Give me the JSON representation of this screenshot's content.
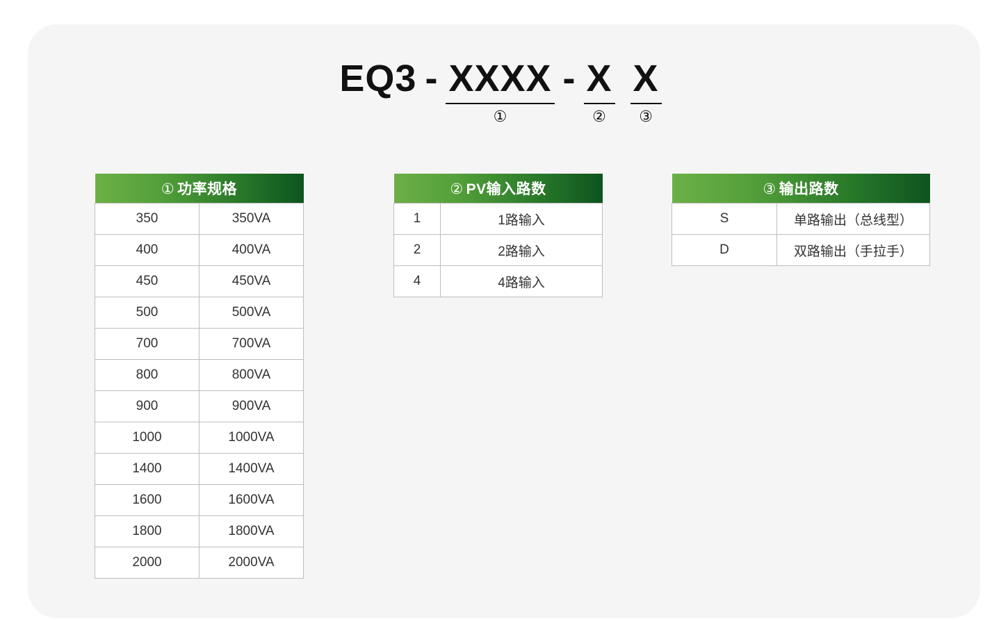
{
  "page": {
    "background_color": "#ffffff",
    "card_color": "#f5f5f5"
  },
  "theme": {
    "header_gradient_start": "#6cb046",
    "header_gradient_end": "#0d5420",
    "header_text_color": "#ffffff",
    "cell_text_color": "#333333",
    "border_color": "#bdbdbd"
  },
  "formula": {
    "prefix": "EQ3",
    "dash1": "-",
    "part1": "XXXX",
    "part1_marker": "①",
    "dash2": "-",
    "part2": "X",
    "part2_marker": "②",
    "part3": "X",
    "part3_marker": "③"
  },
  "tables": [
    {
      "id": "power",
      "marker": "①",
      "title": "功率规格",
      "rows": [
        {
          "code": "350",
          "desc": "350VA"
        },
        {
          "code": "400",
          "desc": "400VA"
        },
        {
          "code": "450",
          "desc": "450VA"
        },
        {
          "code": "500",
          "desc": "500VA"
        },
        {
          "code": "700",
          "desc": "700VA"
        },
        {
          "code": "800",
          "desc": "800VA"
        },
        {
          "code": "900",
          "desc": "900VA"
        },
        {
          "code": "1000",
          "desc": "1000VA"
        },
        {
          "code": "1400",
          "desc": "1400VA"
        },
        {
          "code": "1600",
          "desc": "1600VA"
        },
        {
          "code": "1800",
          "desc": "1800VA"
        },
        {
          "code": "2000",
          "desc": "2000VA"
        }
      ]
    },
    {
      "id": "pv",
      "marker": "②",
      "title": "PV输入路数",
      "rows": [
        {
          "code": "1",
          "desc": "1路输入"
        },
        {
          "code": "2",
          "desc": "2路输入"
        },
        {
          "code": "4",
          "desc": "4路输入"
        }
      ]
    },
    {
      "id": "output",
      "marker": "③",
      "title": "输出路数",
      "rows": [
        {
          "code": "S",
          "desc": "单路输出（总线型）"
        },
        {
          "code": "D",
          "desc": "双路输出（手拉手）"
        }
      ]
    }
  ]
}
